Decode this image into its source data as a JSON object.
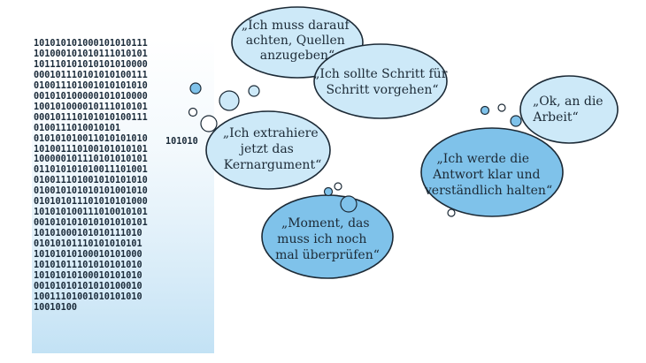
{
  "colors": {
    "bubble_light": "#cde9f8",
    "bubble_mid": "#a9d6f1",
    "bubble_strong": "#7fc2ea",
    "outline": "#1c2a36",
    "binary_text": "#1b2b3a",
    "glow": "#cfe7f6"
  },
  "binary_lines": [
    "101010101000101010111",
    "101000101010111010101",
    "101110101010101010000",
    "000101110101010100111",
    "010011101001010101010",
    "001010100000101010000",
    "100101000010111010101",
    "000101110101010100111",
    "0100111010010101",
    "010101010011010101010",
    "101001110100101010101",
    "100000101110101010101",
    "011010101010011101001",
    "010011101001010101010",
    "010010101010101001010",
    "010101011101010101000",
    "101010100111010010101",
    "001010101010101010101",
    "10101000101010111010",
    "01010101110101010101",
    "10101010100010101000",
    "10101011101010101010",
    "10101010100010101010",
    "00101010101010100010",
    "10011101001010101010",
    "10010100"
  ],
  "binary_fragment": "101010",
  "thoughts": [
    {
      "id": "sources",
      "lines": [
        "„Ich muss darauf",
        "achten, Quellen",
        "anzugeben“"
      ]
    },
    {
      "id": "step-by-step",
      "lines": [
        "„Ich sollte Schritt für",
        "Schritt vorgehen“"
      ]
    },
    {
      "id": "extract",
      "lines": [
        "„Ich extrahiere",
        "jetzt das",
        "Kernargument“"
      ]
    },
    {
      "id": "check",
      "lines": [
        "„Moment, das",
        "muss ich noch",
        "mal überprüfen“"
      ]
    },
    {
      "id": "clear-answer",
      "lines": [
        "„Ich werde die",
        "Antwort klar und",
        "verständlich halten“"
      ]
    },
    {
      "id": "ok",
      "lines": [
        "„Ok, an die",
        "Arbeit“"
      ]
    }
  ]
}
